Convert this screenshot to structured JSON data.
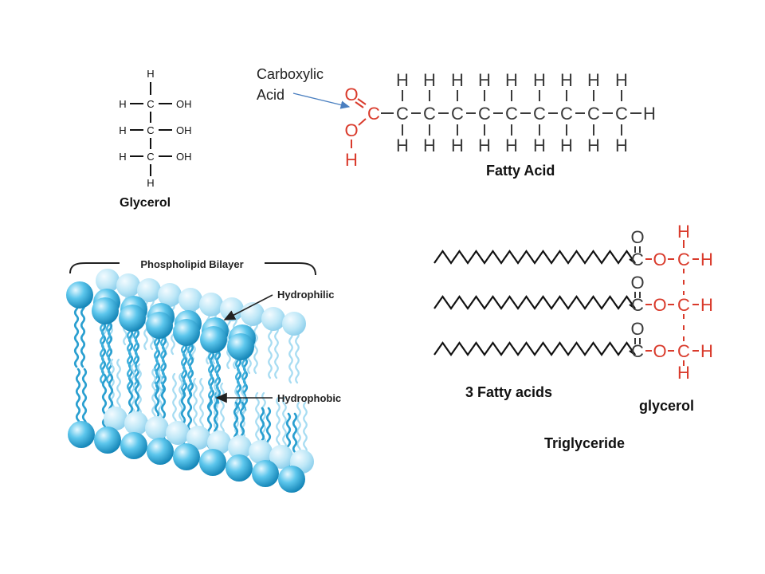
{
  "labels": {
    "carboxylic_line1": "Carboxylic",
    "carboxylic_line2": "Acid",
    "fatty_acid": "Fatty Acid",
    "three_fatty_acids": "3 Fatty acids",
    "glycerol_small": "glycerol",
    "triglyceride": "Triglyceride",
    "glycerol_title": "Glycerol",
    "phospholipid_bilayer": "Phospholipid Bilayer",
    "hydrophilic": "Hydrophilic",
    "hydrophobic": "Hydrophobic"
  },
  "glycerol_atoms": {
    "h": "H",
    "c": "C",
    "oh": "OH"
  },
  "fatty_acid_atoms": {
    "o": "O",
    "c": "C",
    "h": "H"
  },
  "triglyceride_atoms": {
    "o": "O",
    "c": "C",
    "h": "H"
  },
  "colors": {
    "red_atoms": "#d93a2b",
    "black_atoms": "#3a3a3a",
    "head_light": "#bfe9fb",
    "head_dark": "#1d9fd0",
    "arrow_blue": "#4a7fc0"
  }
}
